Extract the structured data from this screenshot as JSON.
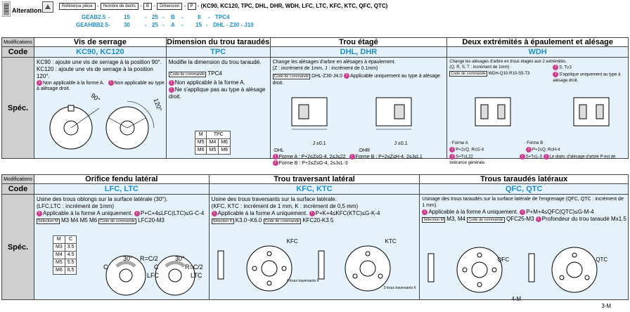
{
  "header": {
    "alterations_label": "Alterations",
    "boxes": [
      "Référence pièce",
      "Nombre de dents",
      "B",
      "Dimension",
      "P"
    ],
    "codes_line": "(KC90, KC120, TPC, DHL, DHR, WDH, LFC, LTC, KFC, KTC, QFC, QTC)",
    "row1": [
      "GEAB2.5",
      "15",
      "25",
      "B",
      "8",
      "TPC4"
    ],
    "row2": [
      "GEAHBB2.5",
      "30",
      "25",
      "A",
      "15",
      "DHL - Z30 - J10"
    ]
  },
  "table1": {
    "modifications_label": "Modifications",
    "code_label": "Code",
    "spec_label": "Spéc.",
    "cols": [
      {
        "title": "Vis de serrage",
        "code": "KC90, KC120",
        "lines": [
          "KC90 : ajoute une vis de serrage à la position 90°.",
          "KC120 : ajoute une vis de serrage à la position 120°."
        ],
        "note1": "Non applicable à la forme A.",
        "note2": "Non applicable au type à alésage droit.",
        "angle1": "90°",
        "angle2": "120°"
      },
      {
        "title": "Dimension du trou taraudés",
        "code": "TPC",
        "lines": [
          "Modifie la dimension du trou taraudé."
        ],
        "code_cmd": "Code de commande",
        "code_val": "TPC4",
        "note1": "Non applicable à la forme A.",
        "note2": "Ne s'applique pas au type à alésage droit.",
        "tbl_head": [
          "M",
          "TPC"
        ],
        "tbl_rows": [
          [
            "M5",
            "M4",
            "M6"
          ],
          [
            "M6",
            "M5",
            "M8"
          ]
        ]
      },
      {
        "title": "Trou étagé",
        "code": "DHL, DHR",
        "lines": [
          "Change les alésages d'arbre en alésages à épaulement.",
          "(Z : incrément de 1mm, J : incrément de 0.1mm)"
        ],
        "code_cmd": "Code de commande",
        "code_val": "DHL-Z30-J4.0",
        "note1": "Applicable uniquement au type à alésage droit.",
        "dhl": "·DHL",
        "dhr": "·DHR",
        "tol": "J ±0.1",
        "fa_l": "Forme A : P+2≤Z≤G-4, 2≤J≤22",
        "fb_l": "Forme B : P+2≤Z≤G-4, 2≤J≤L-3",
        "fb_r": "Forme B : P+2≤Z≤H-4, 2≤J≤L1"
      },
      {
        "title": "Deux extrémités à épaulement et alésage",
        "code": "WDH",
        "lines": [
          "Change les alésages d'arbre en trous étagés aux 2 extrémités.",
          "(Q, R, S, T : incrément de 1mm)"
        ],
        "code_cmd": "Code de commande",
        "code_val": "WDH-Q10-R10-S5-T3",
        "n1": "S, T≥3",
        "n2": "S'applique uniquement au type à alésage droit.",
        "fa": "· Forme A",
        "fa1": "P+2≤Q, R≤G-4",
        "fa2": "S+T≤L22",
        "fb": "· Forme B",
        "fb1": "P+2≤Q, R≤H-4",
        "fb2": "S+T≤L-3",
        "note": "Le diam. d'alésage d'arbre P est de tolérance générale."
      }
    ]
  },
  "table2": {
    "modifications_label": "Modifications",
    "code_label": "Code",
    "spec_label": "Spéc.",
    "cols": [
      {
        "title": "Orifice fendu latéral",
        "code": "LFC, LTC",
        "lines": [
          "Usine des trous oblongs sur la surface latérale (30°).",
          "(LFC,LTC : incrément de 1mm)"
        ],
        "note1": "Applicable à la forme A uniquement.",
        "cond": "P+C+4≤LFC(LTC)≤G-C-4",
        "sel": "Sélection M",
        "sel_vals": "M3  M4  M5  M6",
        "code_cmd": "Code de commande",
        "code_val": "LFC20-M3",
        "tbl_head": [
          "M",
          "C"
        ],
        "tbl_rows": [
          [
            "M3",
            "3.5"
          ],
          [
            "M4",
            "4.5"
          ],
          [
            "M5",
            "5.5"
          ],
          [
            "M6",
            "6.5"
          ]
        ],
        "a30": "30°",
        "rc": "R=C/2",
        "lfc": "LFC",
        "ltc": "LTC",
        "c": "C"
      },
      {
        "title": "Trou traversant latéral",
        "code": "KFC, KTC",
        "lines": [
          "Usine des trous traversants sur la surface latérale.",
          "(KFC, KTC : incrément de 1 mm, K : incrément de 0,5 mm)"
        ],
        "note1": "Applicable à la forme A uniquement.",
        "cond": "P+K+4≤KFC(KTC)≤G-K-4",
        "sel": "Sélection K",
        "sel_vals": "K3.0~K6.0",
        "code_cmd": "Code de commande",
        "code_val": "KFC20-K3.5",
        "kfc": "KFC",
        "ktc": "KTC",
        "tk1": "4 trous traversants K",
        "tk2": "3 trous traversants K"
      },
      {
        "title": "Trous taraudés latéraux",
        "code": "QFC, QTC",
        "lines": [
          "Usinage des trous taraudés sur la surface latérale de l'engrenage (QFC, QTC : incrément de 1 mm)."
        ],
        "note1": "Applicable à la forme A uniquement.",
        "cond": "P+M+4≤QFC(QTC)≤G-M-4",
        "sel": "Sélection M",
        "sel_vals": "M3, M4",
        "code_cmd": "Code de commande",
        "code_val": "QFC25-M3",
        "depth": "Profondeur du trou taraudé Mx1.5",
        "qfc": "QFC",
        "qtc": "QTC",
        "m4": "4-M",
        "m3": "3-M"
      }
    ]
  }
}
